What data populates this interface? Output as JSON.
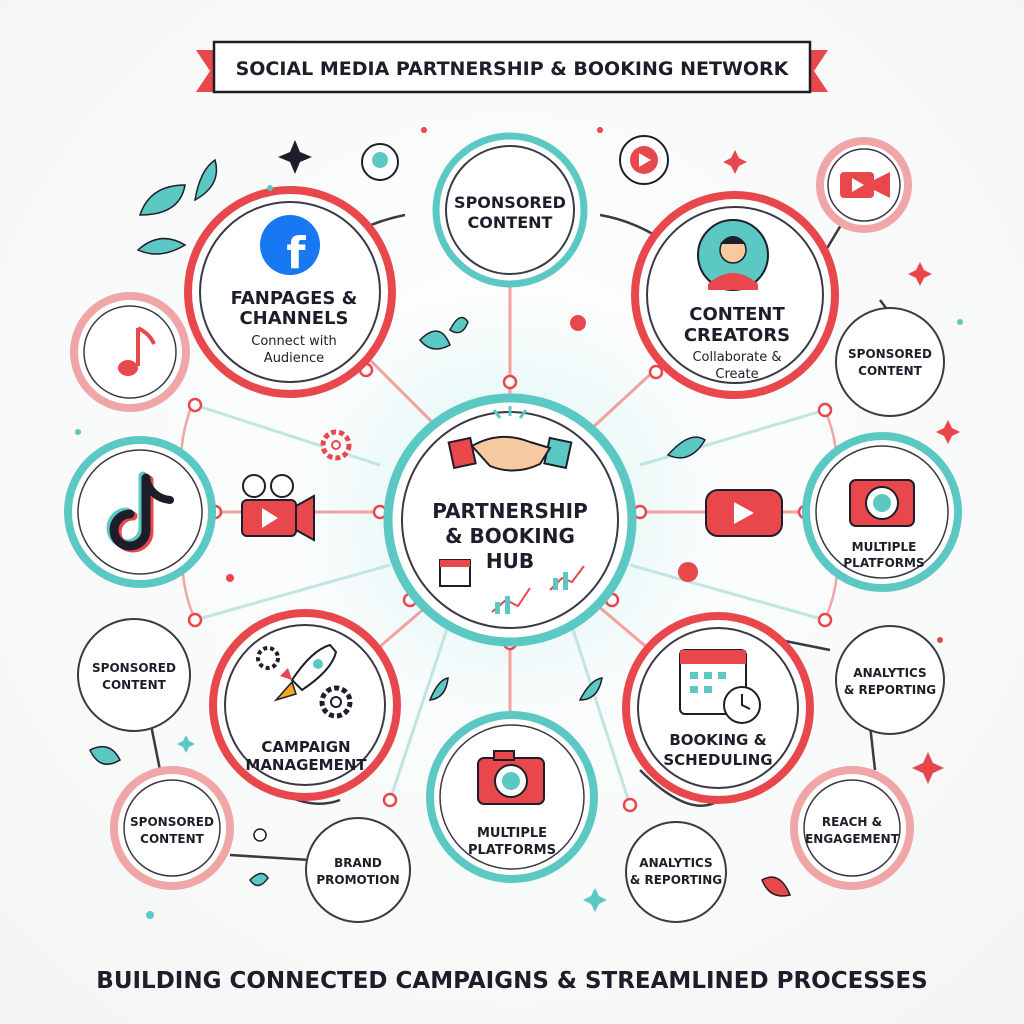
{
  "title": "SOCIAL MEDIA PARTNERSHIP & BOOKING NETWORK",
  "footer": "BUILDING CONNECTED CAMPAIGNS & STREAMLINED PROCESSES",
  "colors": {
    "red": "#e8474c",
    "teal": "#5bc8c3",
    "dark": "#1e1e2a",
    "facebook": "#1877f2"
  },
  "hub": {
    "line1": "PARTNERSHIP",
    "line2": "& BOOKING",
    "line3": "HUB",
    "icon": "handshake-icon"
  },
  "nodes": {
    "fanpages": {
      "title1": "FANPAGES &",
      "title2": "CHANNELS",
      "sub1": "Connect with",
      "sub2": "Audience",
      "icon": "facebook-icon"
    },
    "sponsored_top": {
      "line1": "SPONSORED",
      "line2": "CONTENT"
    },
    "creators": {
      "title1": "CONTENT",
      "title2": "CREATORS",
      "sub1": "Collaborate &",
      "sub2": "Create",
      "icon": "avatar-icon"
    },
    "music": {
      "icon": "music-note-icon"
    },
    "video_top_right": {
      "icon": "video-camera-icon"
    },
    "sponsored_right": {
      "line1": "SPONSORED",
      "line2": "CONTENT"
    },
    "tiktok": {
      "icon": "tiktok-icon"
    },
    "platforms_right": {
      "line1": "MULTIPLE",
      "line2": "PLATFORMS",
      "icon": "camera-icon"
    },
    "sponsored_left": {
      "line1": "SPONSORED",
      "line2": "CONTENT"
    },
    "campaign": {
      "line1": "CAMPAIGN",
      "line2": "MANAGEMENT",
      "icon": "rocket-icon"
    },
    "analytics_right": {
      "line1": "ANALYTICS",
      "line2": "& REPORTING"
    },
    "booking": {
      "line1": "BOOKING &",
      "line2": "SCHEDULING",
      "icon": "calendar-icon"
    },
    "sponsored_bottom_left": {
      "line1": "SPONSORED",
      "line2": "CONTENT"
    },
    "platforms_bottom": {
      "line1": "MULTIPLE",
      "line2": "PLATFORMS",
      "icon": "camera-icon"
    },
    "reach": {
      "line1": "REACH &",
      "line2": "ENGAGEMENT"
    },
    "brand": {
      "line1": "BRAND",
      "line2": "PROMOTION"
    },
    "analytics_bottom": {
      "line1": "ANALYTICS",
      "line2": "& REPORTING"
    }
  }
}
